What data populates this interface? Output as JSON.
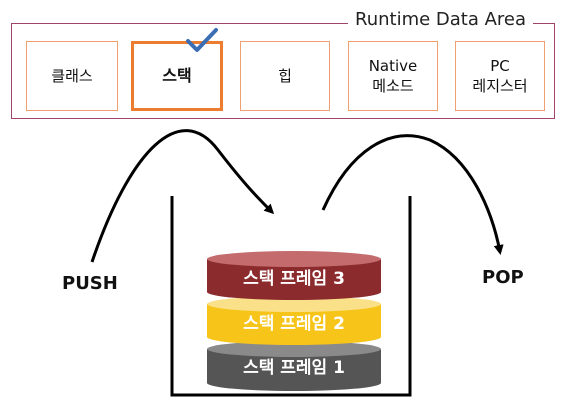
{
  "runtime_area": {
    "title": "Runtime Data Area",
    "cells": [
      {
        "label": "클래스",
        "selected": false
      },
      {
        "label": "스택",
        "selected": true
      },
      {
        "label": "힙",
        "selected": false
      },
      {
        "label": "Native\n메소드",
        "selected": false
      },
      {
        "label": "PC\n레지스터",
        "selected": false
      }
    ]
  },
  "push_label": "PUSH",
  "pop_label": "POP",
  "stack_frames": [
    {
      "label": "스택 프레임 3",
      "color": "#8b2b2e",
      "text_color": "#ffffff"
    },
    {
      "label": "스택 프레임 2",
      "color": "#f7c41a",
      "text_color": "#ffffff"
    },
    {
      "label": "스택 프레임 1",
      "color": "#555555",
      "text_color": "#ffffff"
    }
  ],
  "colors": {
    "area_border": "#a0446e",
    "cell_border": "#f0a070",
    "selected_border": "#ec7c30",
    "check": "#3c6eb4"
  }
}
